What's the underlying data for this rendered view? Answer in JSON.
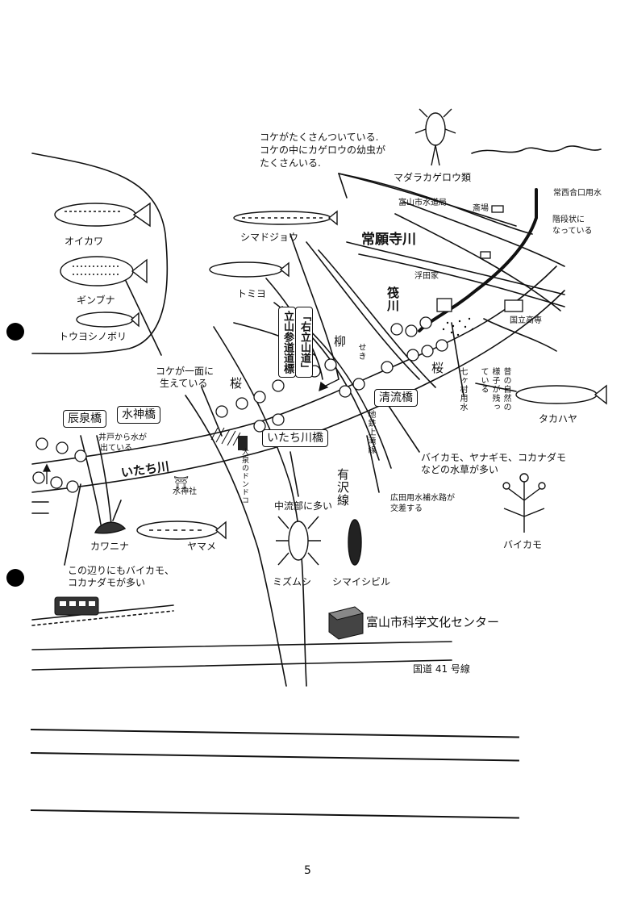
{
  "text_notes": {
    "moss_note_1": "コケがたくさんついている.",
    "moss_note_2": "コケの中にカゲロウの幼虫が",
    "moss_note_3": "たくさんいる.",
    "moss_face_1": "コケが一面に",
    "moss_face_2": "生えている",
    "plants_note_1": "バイカモ、ヤナギモ、コカナダモ",
    "plants_note_2": "などの水草が多い",
    "here_note_1": "この辺りにもバイカモ、",
    "here_note_2": "コカナダモが多い",
    "midstream": "中流部に多い",
    "well_note_1": "井戸から水が",
    "well_note_2": "出ている",
    "stairs_1": "階段状に",
    "stairs_2": "なっている",
    "hirota_1": "広田用水補水路が",
    "hirota_2": "交差する",
    "old_nature": "昔の自然の様子が残っている"
  },
  "creatures": {
    "oikawa": "オイカワ",
    "ginbuna": "ギンブナ",
    "touyoshinobori": "トウヨシノボリ",
    "shimadojou": "シマドジョウ",
    "tomiyo": "トミヨ",
    "madaragagerou": "マダラカゲロウ類",
    "takahaya": "タカハヤ",
    "kawanina": "カワニナ",
    "yamame": "ヤマメ",
    "mizumushi": "ミズムシ",
    "shimaishibiru": "シマイシビル",
    "baikamo": "バイカモ"
  },
  "places": {
    "water_bureau": "富山市水道局",
    "tokonishi_canal": "常西合口用水",
    "saiba": "斎場",
    "jouganji_river": "常願寺川",
    "ukita_house": "浮田家",
    "ikada_river": "筏川",
    "kokuritsu_kousen": "国立高専",
    "seki": "せき",
    "yanagi": "柳",
    "sakura_1": "桜",
    "sakura_2": "桜",
    "shichika_canal": "七ヶ村用水",
    "tateyama_sign_1": "立山参道道標",
    "tateyama_sign_2": "「右立山道」",
    "seiryu_bridge": "清流橋",
    "tatsumi_bridge": "辰泉橋",
    "suijin_bridge": "水神橋",
    "itachi_bridge": "いたち川橋",
    "itachi_river": "いたち川",
    "suijin_shrine": "水神社",
    "chitetsu_line": "地鉄上滝線",
    "arisawa_line": "有沢線",
    "ooizumi_dondoko": "大泉のドンドコ",
    "science_center": "富山市科学文化センター",
    "route41": "国道 41 号線",
    "torii_symbol": "⛩"
  },
  "page_number": "5"
}
